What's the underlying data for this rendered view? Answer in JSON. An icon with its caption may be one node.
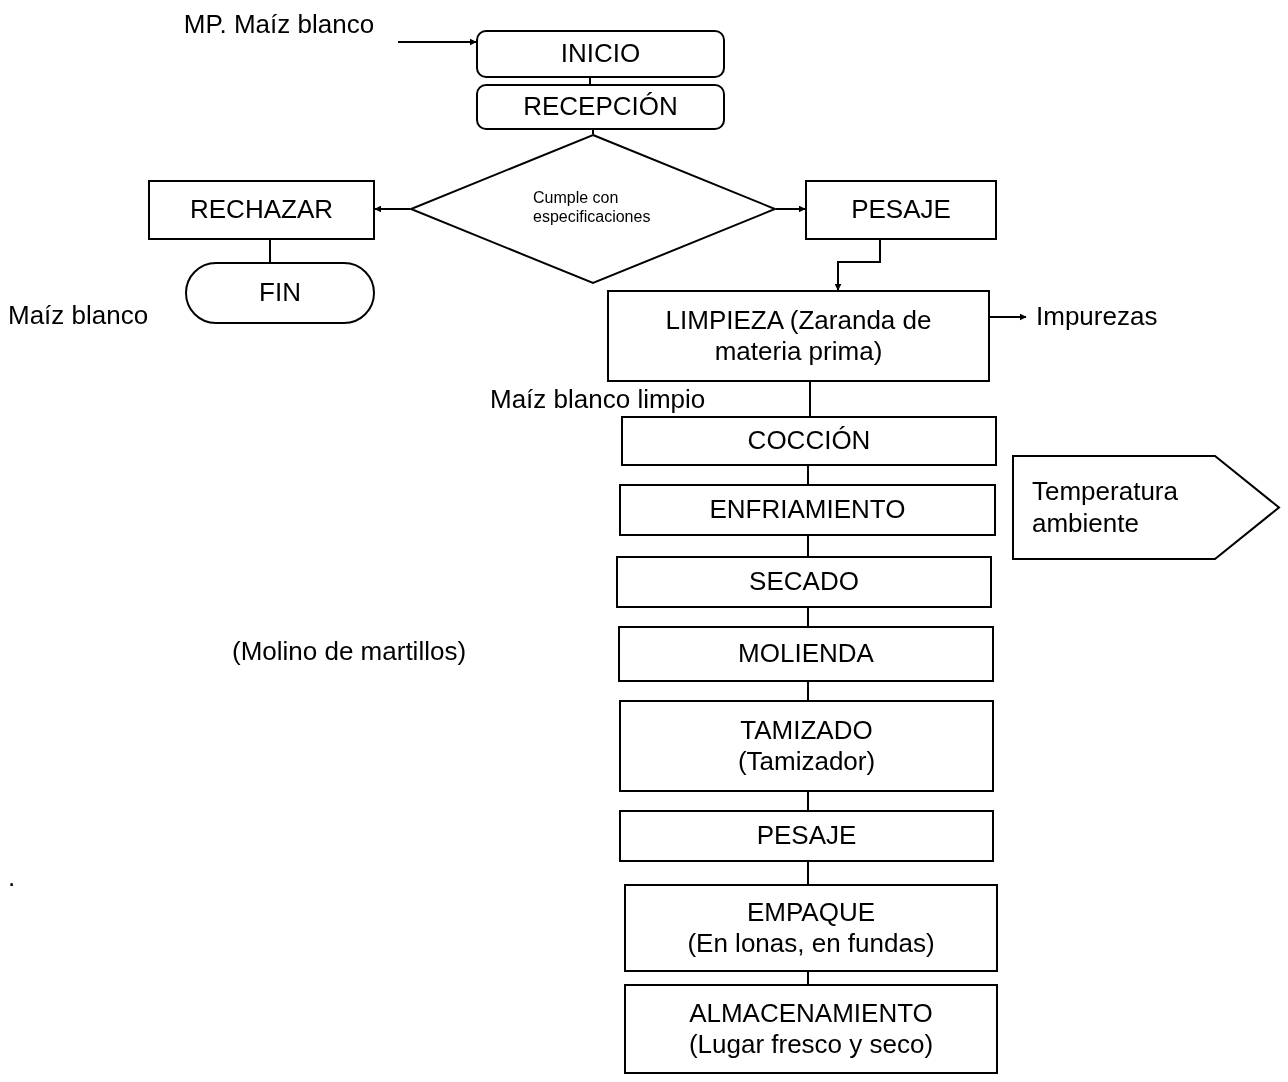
{
  "diagram": {
    "nodes": [
      {
        "text": [
          "MP. Maíz blanco"
        ]
      },
      {
        "text": [
          "INICIO"
        ]
      },
      {
        "text": [
          "RECEPCIÓN"
        ]
      },
      {
        "text": [
          "Cumple con especificaciones"
        ]
      },
      {
        "text": [
          "RECHAZAR"
        ]
      },
      {
        "text": [
          "FIN"
        ]
      },
      {
        "text": [
          "PESAJE"
        ]
      },
      {
        "text": [
          "LIMPIEZA (Zaranda de materia prima)"
        ]
      },
      {
        "text": [
          "COCCIÓN"
        ]
      },
      {
        "text": [
          "ENFRIAMIENTO"
        ]
      },
      {
        "text": [
          "Temperatura ambiente"
        ]
      },
      {
        "text": [
          "SECADO"
        ]
      },
      {
        "text": [
          "MOLIENDA"
        ]
      },
      {
        "text": [
          "TAMIZADO",
          "(Tamizador)"
        ]
      },
      {
        "text": [
          "PESAJE"
        ]
      },
      {
        "text": [
          "EMPAQUE",
          "(En lonas, en fundas)"
        ]
      },
      {
        "text": [
          "ALMACENAMIENTO",
          "(Lugar fresco y seco)"
        ]
      },
      {
        "text": [
          "Impurezas"
        ]
      }
    ],
    "edges": [
      {
        "from": 0,
        "to": 1,
        "arrow": "to"
      },
      {
        "from": 1,
        "to": 2,
        "arrow": "none"
      },
      {
        "from": 2,
        "to": 3,
        "arrow": "none"
      },
      {
        "from": 3,
        "to": 4,
        "arrow": "to"
      },
      {
        "from": 3,
        "to": 6,
        "arrow": "to"
      },
      {
        "from": 4,
        "to": 5,
        "arrow": "none"
      },
      {
        "from": 6,
        "to": 7,
        "arrow": "to"
      },
      {
        "from": 7,
        "to": 17,
        "arrow": "to"
      },
      {
        "from": 7,
        "to": 8,
        "arrow": "none"
      },
      {
        "from": 8,
        "to": 9,
        "arrow": "none"
      },
      {
        "from": 9,
        "to": 11,
        "arrow": "none"
      },
      {
        "from": 11,
        "to": 12,
        "arrow": "none"
      },
      {
        "from": 12,
        "to": 13,
        "arrow": "none"
      },
      {
        "from": 13,
        "to": 14,
        "arrow": "none"
      },
      {
        "from": 14,
        "to": 15,
        "arrow": "none"
      },
      {
        "from": 15,
        "to": 16,
        "arrow": "none"
      }
    ],
    "labels": [
      "Maíz blanco",
      "Maíz blanco limpio",
      "(Molino de martillos)",
      "."
    ]
  }
}
